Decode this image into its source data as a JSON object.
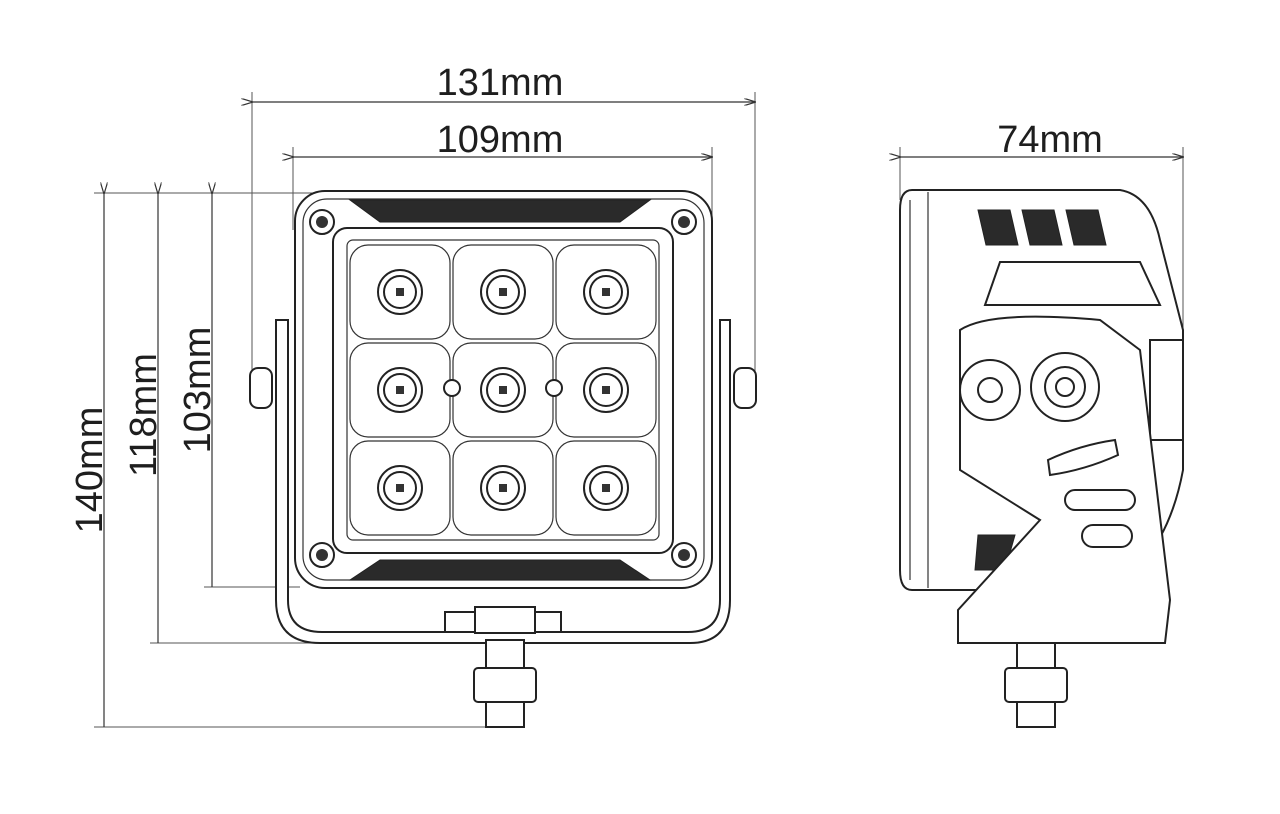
{
  "title": "LED work light dimension drawing",
  "dimensions": {
    "overall_width": "131mm",
    "housing_width": "109mm",
    "depth": "74mm",
    "overall_height": "140mm",
    "bracket_height": "118mm",
    "housing_height": "103mm"
  },
  "views": [
    "front-view",
    "side-view"
  ],
  "led_count": 9,
  "colors": {
    "line": "#222222",
    "background": "#ffffff"
  }
}
